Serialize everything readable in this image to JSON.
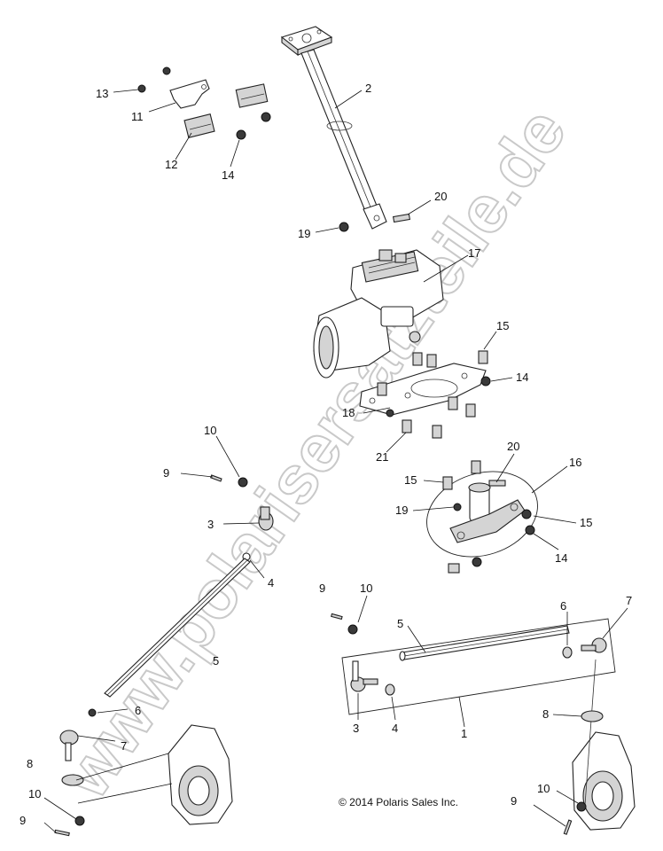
{
  "watermark": "www.polarisersatzteile.de",
  "copyright": "© 2014 Polaris Sales Inc.",
  "callouts": {
    "c1": "1",
    "c2": "2",
    "c3a": "3",
    "c3b": "3",
    "c4a": "4",
    "c4b": "4",
    "c5a": "5",
    "c5b": "5",
    "c6a": "6",
    "c6b": "6",
    "c7a": "7",
    "c7b": "7",
    "c8a": "8",
    "c8b": "8",
    "c9a": "9",
    "c9b": "9",
    "c9c": "9",
    "c9d": "9",
    "c10a": "10",
    "c10b": "10",
    "c10c": "10",
    "c10d": "10",
    "c11": "11",
    "c12": "12",
    "c13": "13",
    "c14a": "14",
    "c14b": "14",
    "c14c": "14",
    "c15a": "15",
    "c15b": "15",
    "c15c": "15",
    "c16": "16",
    "c17": "17",
    "c18": "18",
    "c19a": "19",
    "c19b": "19",
    "c20a": "20",
    "c20b": "20",
    "c21": "21"
  }
}
